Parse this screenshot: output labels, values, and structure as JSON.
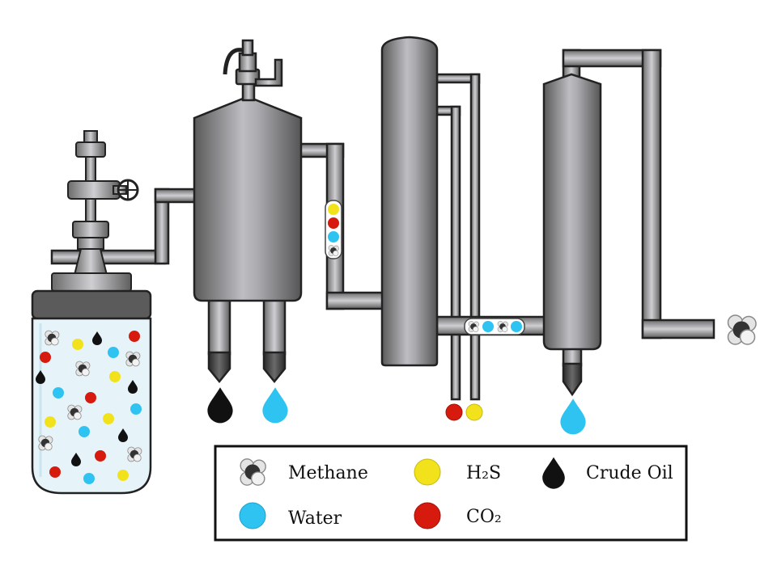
{
  "colors": {
    "methane_gray": "#5a5a5a",
    "methane_light": "#e0e0e0",
    "h2s": "#f2e21c",
    "water": "#2fc3f2",
    "co2": "#d61a0e",
    "crude_oil": "#111111",
    "jar_liquid": "#e6f4fa",
    "steel_dark": "#6e6e6e",
    "steel_light": "#d8d8dc"
  },
  "icons": {
    "methane": "methane-molecule-icon",
    "h2s": "yellow-circle-icon",
    "water_molecule": "blue-circle-icon",
    "co2": "red-circle-icon",
    "crude_oil": "black-drop-icon",
    "water_drop": "blue-drop-icon"
  },
  "legend": {
    "items": [
      {
        "key": "methane",
        "label": "Methane",
        "icon": "methane-molecule-icon"
      },
      {
        "key": "h2s",
        "label": "H₂S",
        "icon": "yellow-circle-icon"
      },
      {
        "key": "crude_oil",
        "label": "Crude Oil",
        "icon": "black-drop-icon"
      },
      {
        "key": "water",
        "label": "Water",
        "icon": "blue-circle-icon"
      },
      {
        "key": "co2",
        "label": "CO₂",
        "icon": "red-circle-icon"
      }
    ]
  }
}
